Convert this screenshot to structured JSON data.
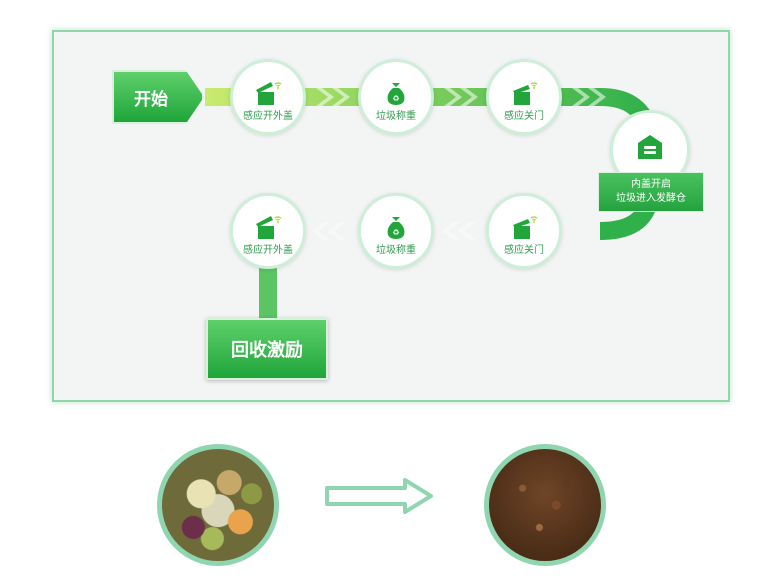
{
  "colors": {
    "primary": "#22a63c",
    "light": "#b6e36a",
    "node_text": "#2f9d4e",
    "border": "#8fd6a9"
  },
  "start": {
    "label": "开始"
  },
  "top_row": [
    {
      "label": "感应开外盖",
      "icon": "lid-open-sensor-icon"
    },
    {
      "label": "垃圾称重",
      "icon": "garbage-bag-icon"
    },
    {
      "label": "感应关门",
      "icon": "door-close-sensor-icon"
    }
  ],
  "bin": {
    "line1": "内盖开启",
    "line2": "垃圾进入发酵仓",
    "icon": "fermentation-bin-icon"
  },
  "bottom_row": [
    {
      "label": "感应关门",
      "icon": "door-close-sensor-icon"
    },
    {
      "label": "垃圾称重",
      "icon": "garbage-bag-icon"
    },
    {
      "label": "感应开外盖",
      "icon": "lid-open-sensor-icon"
    }
  ],
  "reward": {
    "label": "回收激励"
  },
  "conversion": {
    "from": "food-waste-photo",
    "arrow": "right-arrow-icon",
    "to": "compost-soil-photo"
  }
}
